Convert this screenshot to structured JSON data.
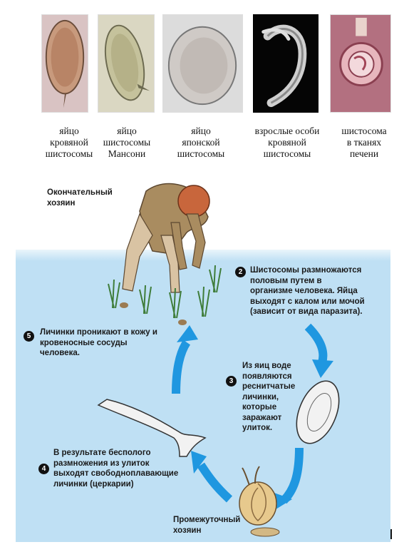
{
  "figures": [
    {
      "caption_lines": [
        "яйцо",
        "кровяной",
        "шистосомы"
      ]
    },
    {
      "caption_lines": [
        "яйцо",
        "шистосомы",
        "Мансони"
      ]
    },
    {
      "caption_lines": [
        "яйцо",
        "японской",
        "шистосомы"
      ]
    },
    {
      "caption_lines": [
        "взрослые особи",
        "кровяной",
        "шистосомы"
      ]
    },
    {
      "caption_lines": [
        "шистосома",
        "в тканях",
        "печени"
      ]
    }
  ],
  "cycle": {
    "definitive_host_lines": [
      "Окончательный",
      "хозяин"
    ],
    "intermediate_host_lines": [
      "Промежуточный",
      "хозяин"
    ],
    "steps": [
      {
        "number": "2",
        "lines": [
          "Шистосомы размножаются",
          "половым путем в",
          "организме человека. Яйца",
          "выходят с калом или мочой",
          "(зависит от вида паразита)."
        ]
      },
      {
        "number": "3",
        "lines": [
          "Из яиц воде",
          "появляются",
          "реснитчатые",
          "личинки,",
          "которые",
          "заражают",
          "улиток."
        ]
      },
      {
        "number": "4",
        "lines": [
          "В результате бесполого",
          "размножения из улиток",
          "выходят свободноплавающие",
          "личинки (церкарии)"
        ]
      },
      {
        "number": "5",
        "lines": [
          "Личинки проникают в кожу и",
          "кровеносные сосуды",
          "человека."
        ]
      }
    ],
    "colors": {
      "water": "#bfe0f4",
      "arrow": "#1f97e0",
      "badge": "#111111"
    }
  }
}
